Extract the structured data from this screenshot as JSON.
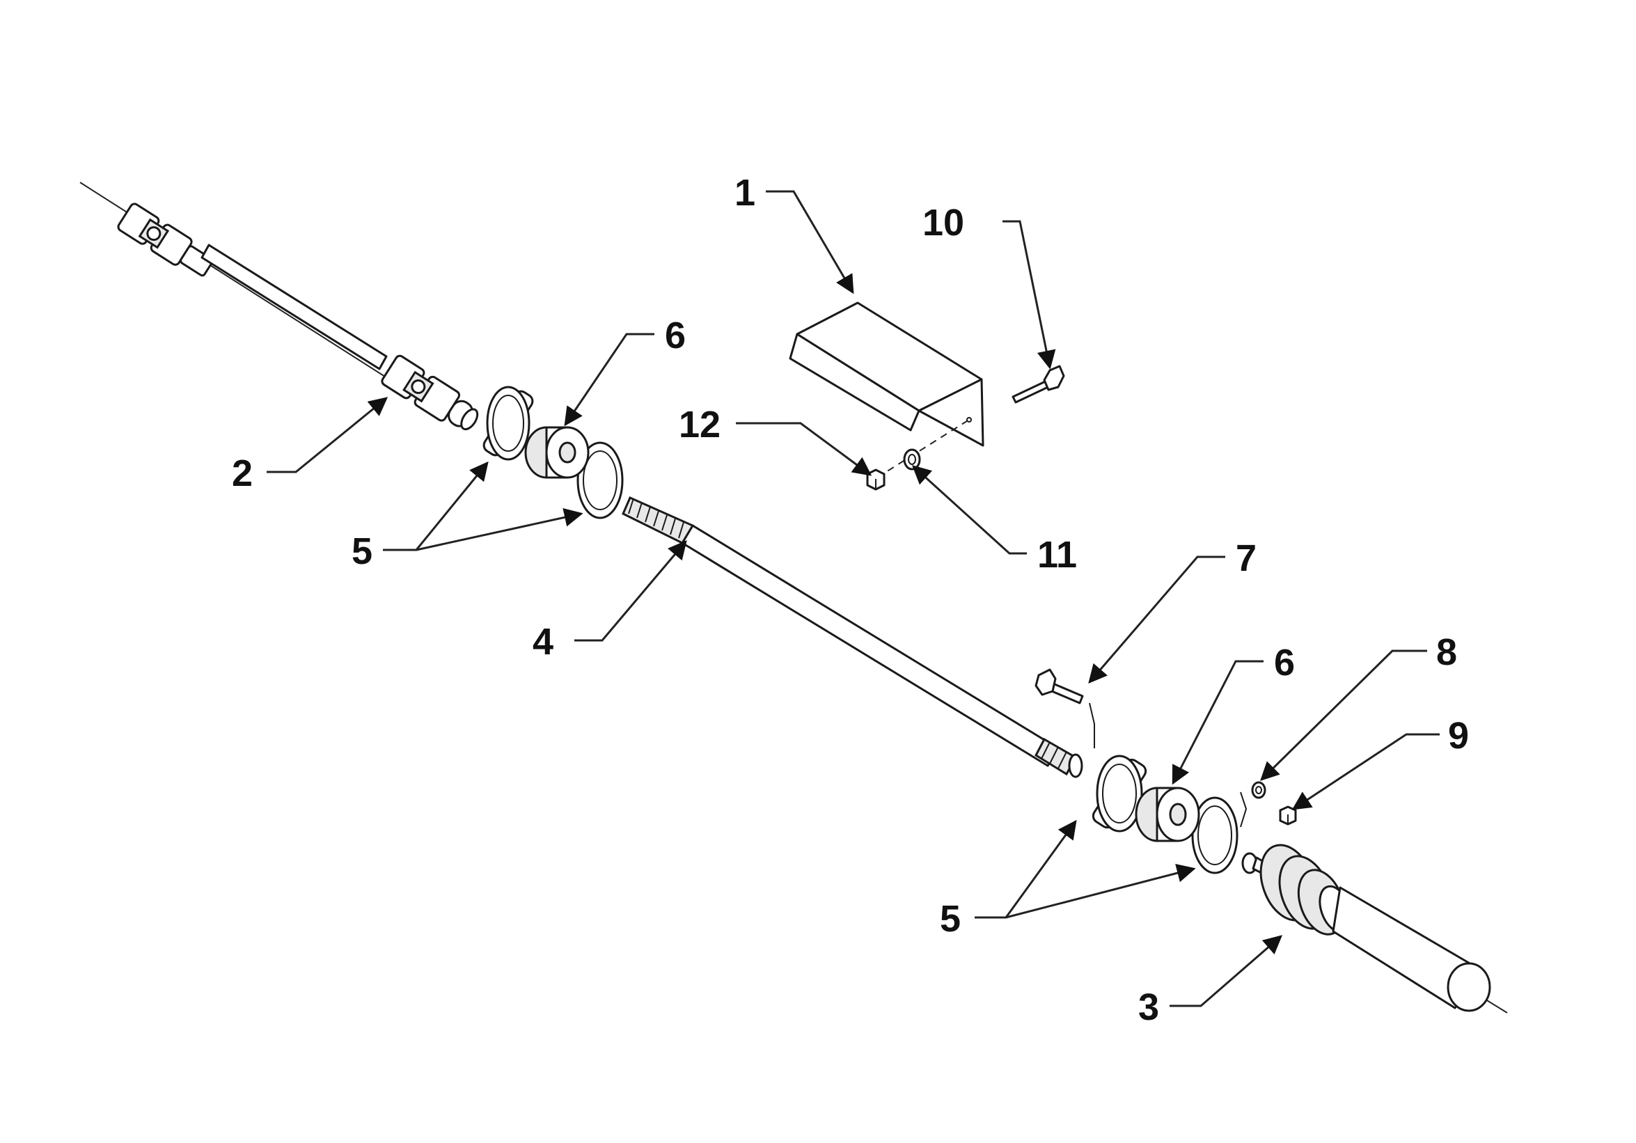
{
  "callouts": [
    {
      "id": "c1",
      "label": "1"
    },
    {
      "id": "c2",
      "label": "2"
    },
    {
      "id": "c3",
      "label": "3"
    },
    {
      "id": "c4",
      "label": "4"
    },
    {
      "id": "c5a",
      "label": "5"
    },
    {
      "id": "c5b",
      "label": "5"
    },
    {
      "id": "c6a",
      "label": "6"
    },
    {
      "id": "c6b",
      "label": "6"
    },
    {
      "id": "c7",
      "label": "7"
    },
    {
      "id": "c8",
      "label": "8"
    },
    {
      "id": "c9",
      "label": "9"
    },
    {
      "id": "c10",
      "label": "10"
    },
    {
      "id": "c11",
      "label": "11"
    },
    {
      "id": "c12",
      "label": "12"
    }
  ],
  "colors": {
    "line": "#1a1a1a",
    "background": "#ffffff"
  }
}
